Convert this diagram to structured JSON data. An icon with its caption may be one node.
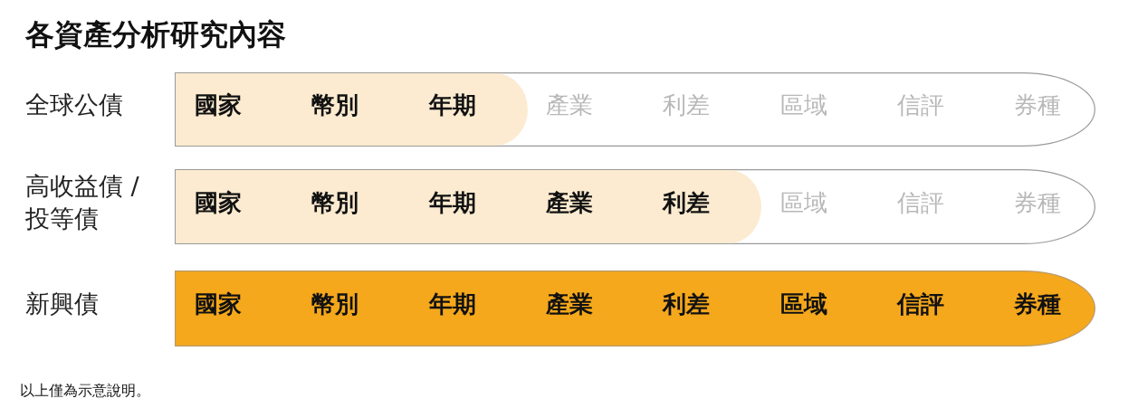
{
  "diagram": {
    "title": "各資產分析研究內容",
    "caption": "以上僅為示意說明。",
    "nodes": [
      {
        "text": [
          "產業",
          "利差",
          "區域",
          "信評",
          "券種"
        ],
        "beside": [
          "全球公債"
        ]
      },
      {
        "text": [
          "國家",
          "幣別",
          "年期"
        ],
        "in": 0
      },
      {
        "text": [
          "區域",
          "信評",
          "券種"
        ],
        "beside": [
          "高收益債 / 投等債"
        ]
      },
      {
        "text": [
          "國家",
          "幣別",
          "年期",
          "產業",
          "利差"
        ],
        "in": 2
      },
      {
        "text": [
          "國家",
          "幣別",
          "年期",
          "產業",
          "利差",
          "區域",
          "信評",
          "券種"
        ],
        "beside": [
          "新興債"
        ]
      }
    ]
  }
}
